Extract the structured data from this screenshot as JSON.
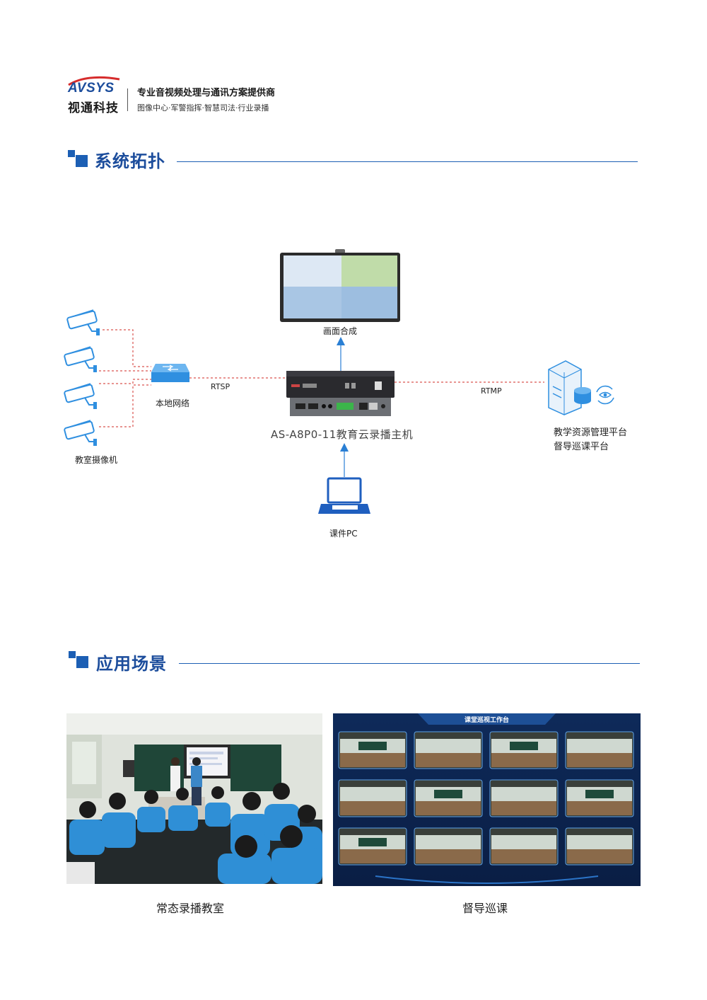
{
  "header": {
    "logo_en": "AVSYS",
    "logo_cn": "视通科技",
    "tagline_main": "专业音视频处理与通讯方案提供商",
    "tagline_sub": "图像中心·军警指挥·智慧司法·行业录播"
  },
  "sections": {
    "topology_title": "系统拓扑",
    "scenarios_title": "应用场景"
  },
  "diagram": {
    "display_label": "画面合成",
    "switch_label": "本地网络",
    "cameras_label": "教室摄像机",
    "rtsp_label": "RTSP",
    "rtmp_label": "RTMP",
    "host_label": "AS-A8P0-11教育云录播主机",
    "platform_line1": "教学资源管理平台",
    "platform_line2": "督导巡课平台",
    "pc_label": "课件PC",
    "colors": {
      "link": "#d9534f",
      "arrow": "#2a7fd4",
      "blue_icon": "#2f8fe0"
    }
  },
  "scenarios": {
    "photo1_caption": "常态录播教室",
    "photo2_caption": "督导巡课",
    "dashboard_title": "课堂巡视工作台"
  }
}
